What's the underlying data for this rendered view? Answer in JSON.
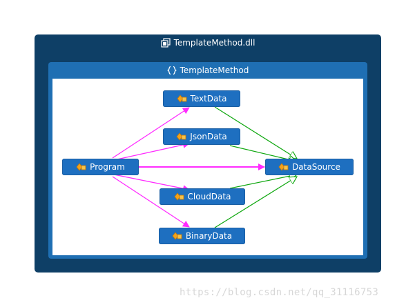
{
  "assembly": {
    "label": "TemplateMethod.dll",
    "icon": "assembly-icon"
  },
  "namespace": {
    "label": "TemplateMethod",
    "icon": "namespace-icon"
  },
  "nodes": {
    "program": {
      "label": "Program",
      "icon": "class-icon"
    },
    "text_data": {
      "label": "TextData",
      "icon": "class-icon"
    },
    "json_data": {
      "label": "JsonData",
      "icon": "class-icon"
    },
    "cloud_data": {
      "label": "CloudData",
      "icon": "class-icon"
    },
    "binary_data": {
      "label": "BinaryData",
      "icon": "class-icon"
    },
    "data_source": {
      "label": "DataSource",
      "icon": "class-icon"
    }
  },
  "edges": {
    "uses": [
      {
        "from": "Program",
        "to": "TextData"
      },
      {
        "from": "Program",
        "to": "JsonData"
      },
      {
        "from": "Program",
        "to": "DataSource"
      },
      {
        "from": "Program",
        "to": "CloudData"
      },
      {
        "from": "Program",
        "to": "BinaryData"
      }
    ],
    "inherits": [
      {
        "from": "TextData",
        "to": "DataSource"
      },
      {
        "from": "JsonData",
        "to": "DataSource"
      },
      {
        "from": "CloudData",
        "to": "DataSource"
      },
      {
        "from": "BinaryData",
        "to": "DataSource"
      }
    ]
  },
  "colors": {
    "uses_edge": "#ff2bff",
    "inherits_edge": "#11a811",
    "node_fill": "#1e6fc0",
    "container_dark": "#0e3f66",
    "container_mid": "#1f6fb3"
  },
  "watermark": "https://blog.csdn.net/qq_31116753"
}
